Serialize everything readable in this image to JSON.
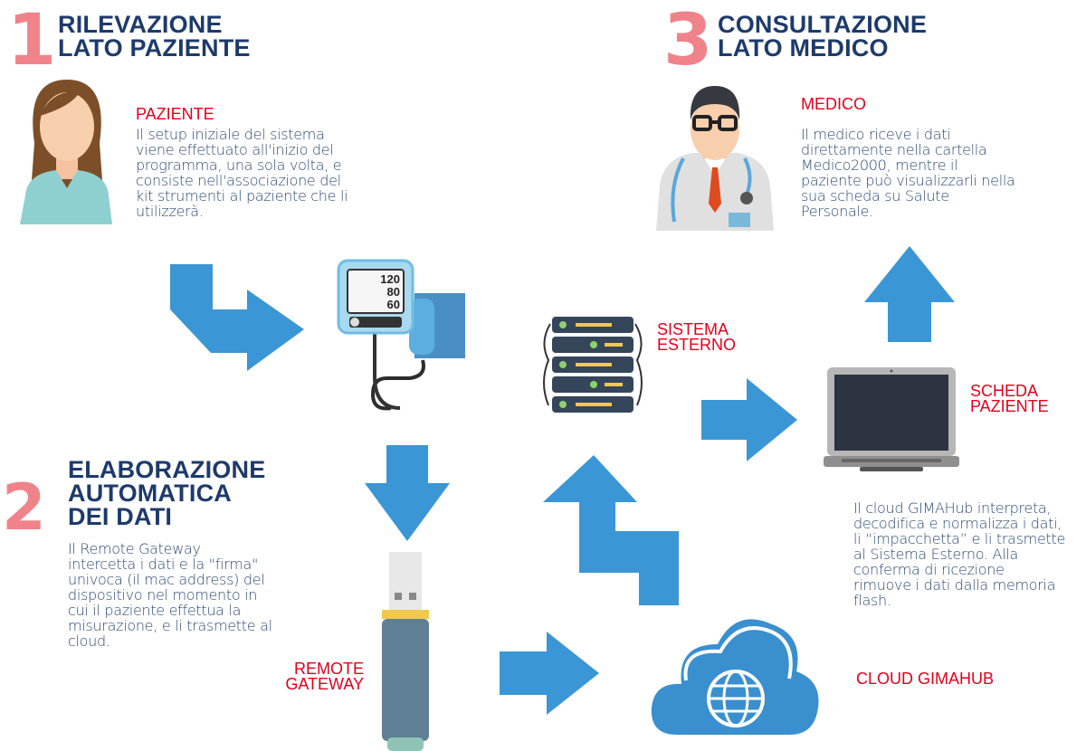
{
  "colors": {
    "arrow": "#3a96d4",
    "step_number": "#f0838a",
    "title": "#1d3a6b",
    "label": "#e2001a",
    "body": "#2d4a78"
  },
  "step1": {
    "number": "1",
    "title_line1": "RILEVAZIONE",
    "title_line2": "LATO PAZIENTE",
    "label": "PAZIENTE",
    "text": "Il setup iniziale del sistema\nviene effettuato all'inizio del\nprogramma, una sola volta, e\nconsiste nell'associazione del\nkit strumenti al paziente che li\nutilizzerà."
  },
  "monitor": {
    "systolic": "120",
    "diastolic": "80",
    "pulse": "60"
  },
  "step2": {
    "number": "2",
    "title_line1": "ELABORAZIONE",
    "title_line2": "AUTOMATICA",
    "title_line3": "DEI DATI",
    "text": "Il Remote Gateway\nintercetta i dati e la \"firma\"\nunivoca (il mac address) del\ndispositivo nel momento in\ncui il paziente effettua la\nmisurazione, e li trasmette al\ncloud.",
    "gateway_label_line1": "REMOTE",
    "gateway_label_line2": "GATEWAY"
  },
  "server": {
    "label_line1": "SISTEMA",
    "label_line2": "ESTERNO"
  },
  "cloud": {
    "label": "CLOUD GIMAHUB",
    "text": "Il cloud GIMAHub interpreta,\ndecodifica e normalizza i dati,\nli “impacchetta” e li trasmette\nal Sistema Esterno. Alla\nconferma di ricezione\nrimuove i dati dalla memoria\nflash."
  },
  "laptop": {
    "label_line1": "SCHEDA",
    "label_line2": "PAZIENTE"
  },
  "step3": {
    "number": "3",
    "title_line1": "CONSULTAZIONE",
    "title_line2": "LATO MEDICO",
    "label": "MEDICO",
    "text": "Il medico riceve i dati\ndirettamente nella cartella\nMedico2000, mentre il\npaziente può visualizzarli nella\nsua scheda su Salute\nPersonale."
  }
}
